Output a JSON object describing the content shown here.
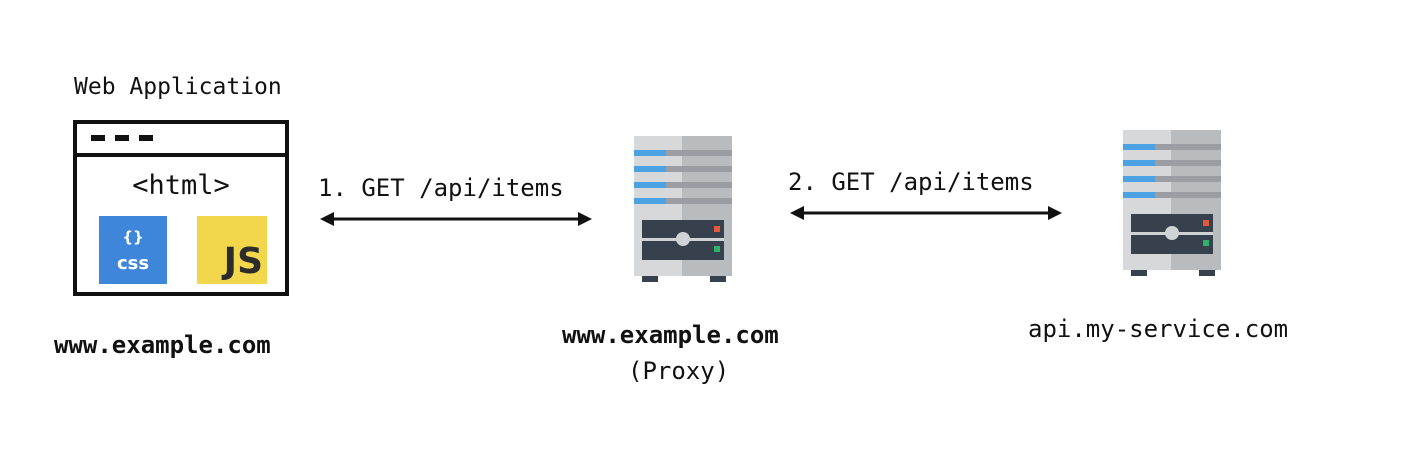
{
  "client": {
    "title": "Web Application",
    "html_label": "<html>",
    "css_badge_symbol": "{}",
    "css_badge_label": "css",
    "js_badge_label": "JS",
    "host": "www.example.com"
  },
  "arrows": [
    {
      "label": "1. GET /api/items"
    },
    {
      "label": "2. GET /api/items"
    }
  ],
  "proxy": {
    "host": "www.example.com",
    "role": "(Proxy)"
  },
  "api_server": {
    "host": "api.my-service.com"
  },
  "colors": {
    "server_light": "#d7d8da",
    "server_dark": "#b9bcbf",
    "server_stripe_blue": "#4ba3e3",
    "drive_bay": "#36414d",
    "led_red": "#e25a3a",
    "led_green": "#2fb36a",
    "css_blue": "#3d86d9",
    "js_yellow": "#f2d64b"
  },
  "icons": [
    "browser-window-icon",
    "css-icon",
    "js-icon",
    "server-icon",
    "double-arrow-icon"
  ]
}
